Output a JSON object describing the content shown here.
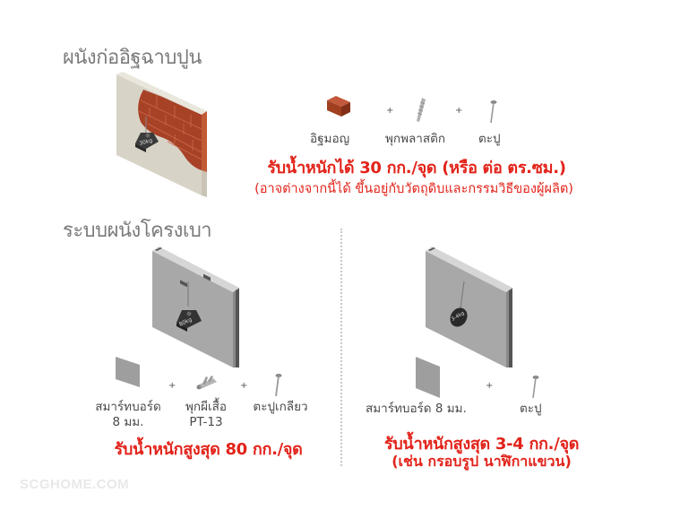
{
  "section1": {
    "title": "ผนังก่ออิฐฉาบปูน",
    "illustration": {
      "type": "brick-wall-with-weight",
      "weight_label": "30kg",
      "brick_color": "#b5482a",
      "plaster_color": "#d8d3c7"
    },
    "materials": [
      {
        "icon": "brick-icon",
        "label": "อิฐมอญ"
      },
      {
        "icon": "plastic-anchor-icon",
        "label": "พุกพลาสติก"
      },
      {
        "icon": "nail-icon",
        "label": "ตะปู"
      }
    ],
    "plus": "+",
    "capacity": "รับน้ำหนักได้ 30 กก./จุด (หรือ ต่อ ตร.ซม.)",
    "note": "(อาจต่างจากนี้ได้ ขึ้นอยู่กับวัตถุดิบและกรรมวิธีของผู้ผลิต)"
  },
  "section2": {
    "title": "ระบบผนังโครงเบา",
    "left": {
      "illustration": {
        "type": "drywall-with-weight",
        "weight_label": "80kg"
      },
      "materials": [
        {
          "icon": "board-icon",
          "label_line1": "สมาร์ทบอร์ด",
          "label_line2": "8 มม."
        },
        {
          "icon": "butterfly-anchor-icon",
          "label_line1": "พุกผีเสื้อ",
          "label_line2": "PT-13"
        },
        {
          "icon": "screw-icon",
          "label_line1": "ตะปูเกลียว",
          "label_line2": ""
        }
      ],
      "plus": "+",
      "capacity": "รับน้ำหนักสูงสุด 80 กก./จุด"
    },
    "right": {
      "illustration": {
        "type": "drywall-with-weight",
        "weight_label": "3-4kg"
      },
      "materials": [
        {
          "icon": "board-icon",
          "label": "สมาร์ทบอร์ด 8 มม."
        },
        {
          "icon": "nail-icon",
          "label": "ตะปู"
        }
      ],
      "plus": "+",
      "capacity": "รับน้ำหนักสูงสุด 3-4 กก./จุด",
      "note": "(เช่น กรอบรูป นาฬิกาแขวน)"
    }
  },
  "watermark": "SCGHOME.COM",
  "colors": {
    "accent_red": "#e2231a",
    "title_gray": "#7a7a7a",
    "text_gray": "#4a4a4a"
  }
}
